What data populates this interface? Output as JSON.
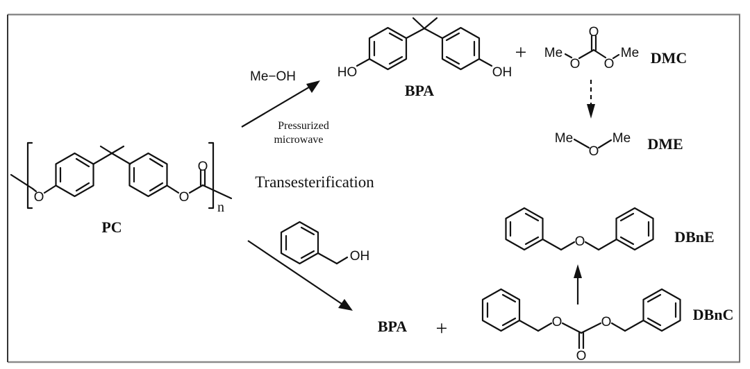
{
  "colors": {
    "ink": "#111111",
    "frame_top_bottom": "#8a8a8a",
    "frame_sides": "#333333",
    "background": "#ffffff"
  },
  "reactant": {
    "label": "PC",
    "repeat_subscript": "n",
    "atoms": {
      "o_left": "O",
      "o_right": "O",
      "o_carbonyl": "O"
    }
  },
  "center_label": "Transesterification",
  "upper_route": {
    "reagent": "Me−OH",
    "conditions": [
      "Pressurized",
      "microwave"
    ],
    "product_1": {
      "label": "BPA",
      "ho_left": "HO",
      "oh_right": "OH"
    },
    "plus": "+",
    "product_2": {
      "label": "DMC",
      "me_left": "Me",
      "me_right": "Me",
      "o_left": "O",
      "o_right": "O",
      "o_carbonyl": "O"
    },
    "product_3": {
      "label": "DME",
      "me_left": "Me",
      "me_right": "Me",
      "o": "O"
    }
  },
  "lower_route": {
    "reagent": {
      "oh": "OH"
    },
    "product_1": {
      "label": "BPA"
    },
    "plus": "+",
    "product_2": {
      "label": "DBnC",
      "o_left": "O",
      "o_right": "O",
      "o_carbonyl": "O"
    },
    "product_3": {
      "label": "DBnE",
      "o": "O"
    }
  }
}
